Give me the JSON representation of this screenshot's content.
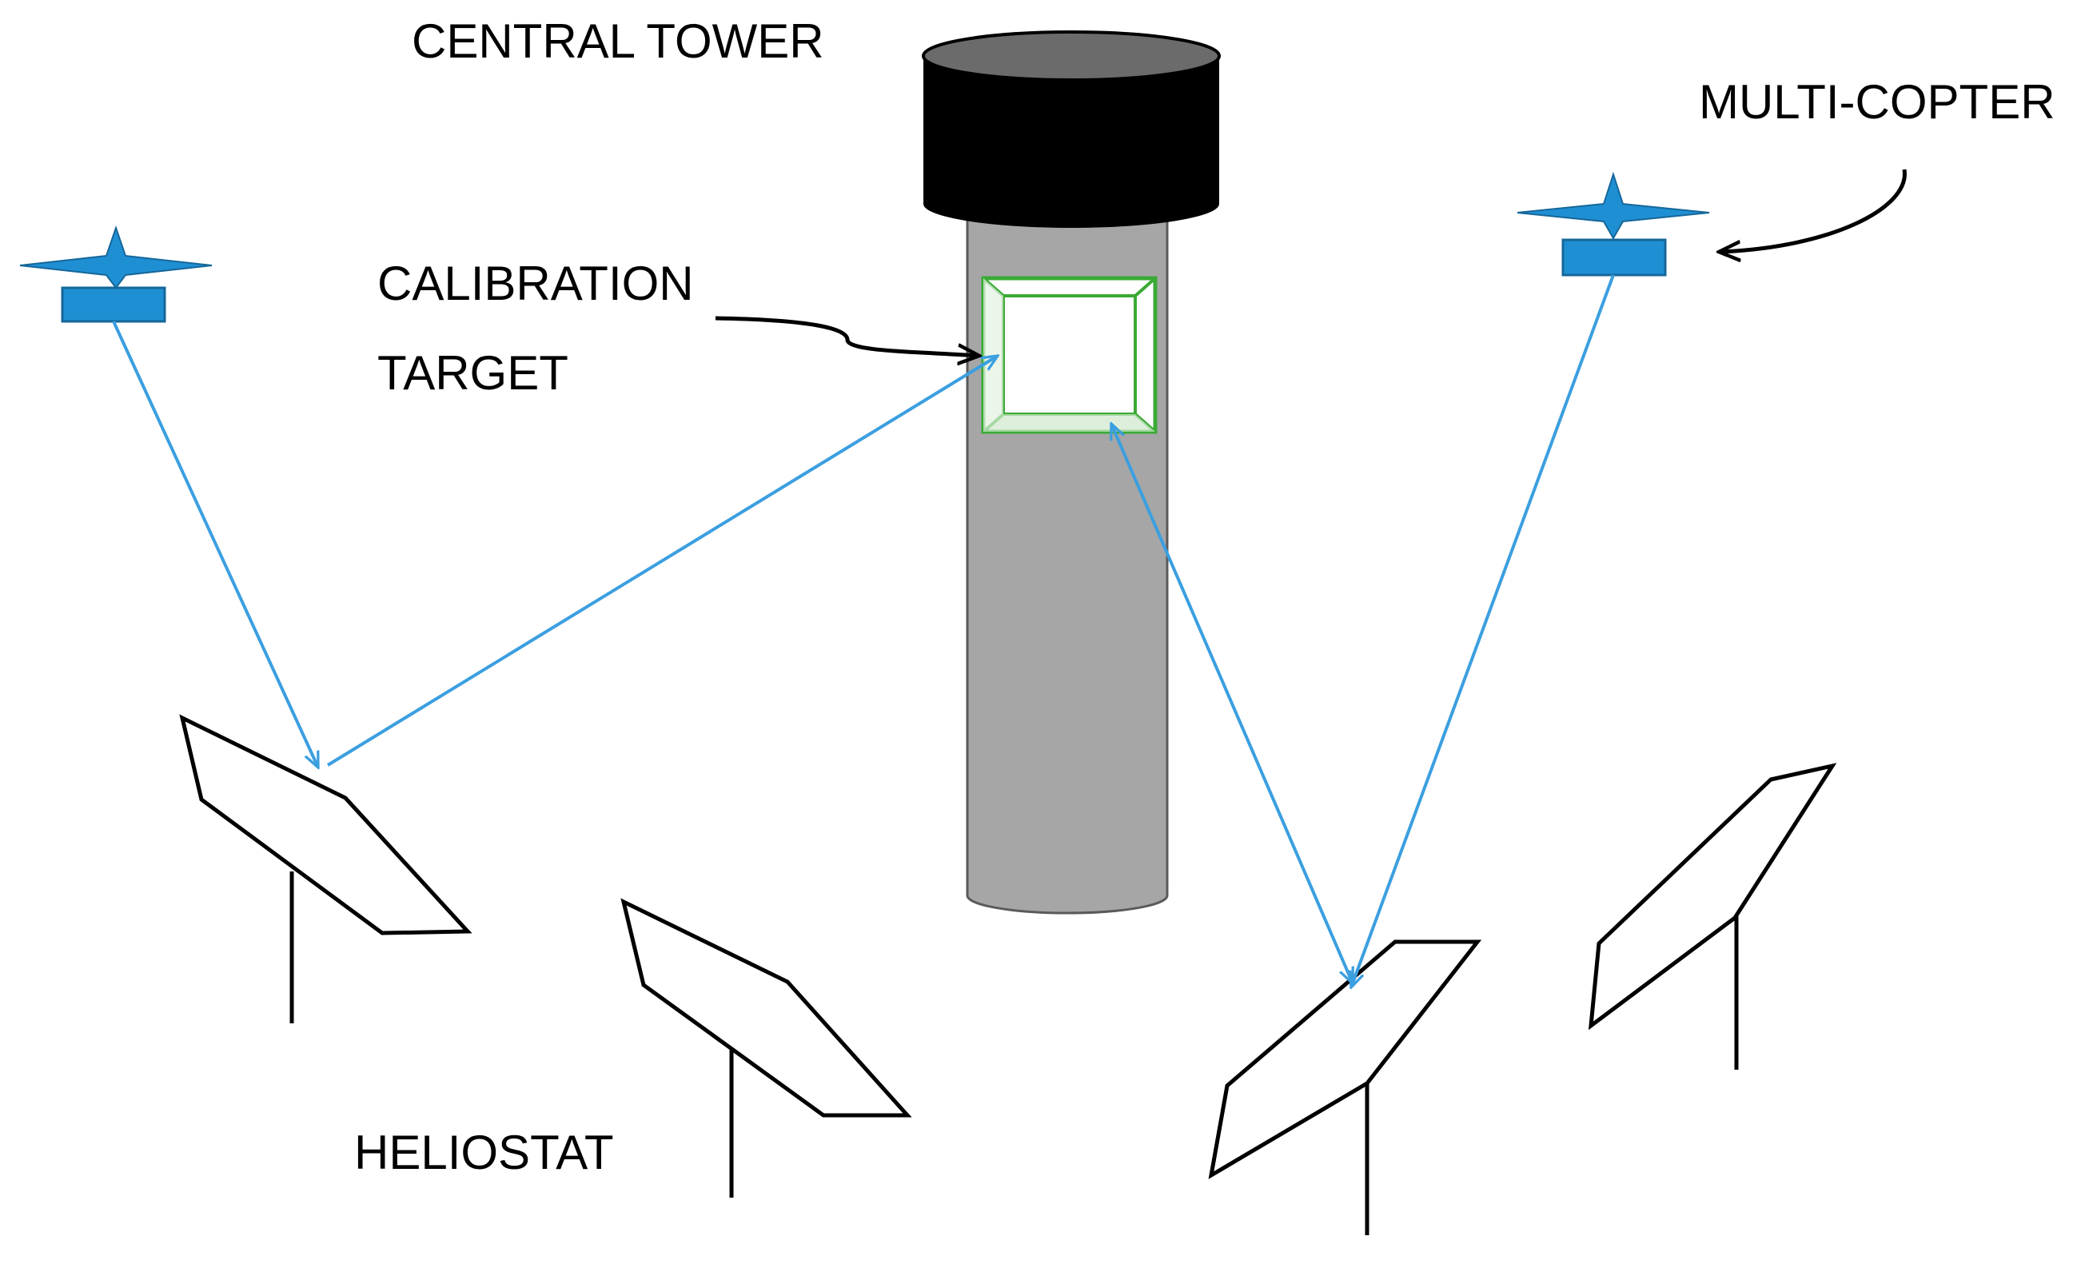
{
  "labels": {
    "central_tower": "CENTRAL TOWER",
    "multi_copter": "MULTI-COPTER",
    "calibration_line1": "CALIBRATION",
    "calibration_line2": "TARGET",
    "heliostat": "HELIOSTAT"
  },
  "colors": {
    "tower_body": "#a6a6a6",
    "tower_cap": "#000000",
    "target_border": "#3aaa35",
    "beam": "#3b9fe0",
    "copter": "#1f8fd3",
    "outline": "#000000"
  }
}
